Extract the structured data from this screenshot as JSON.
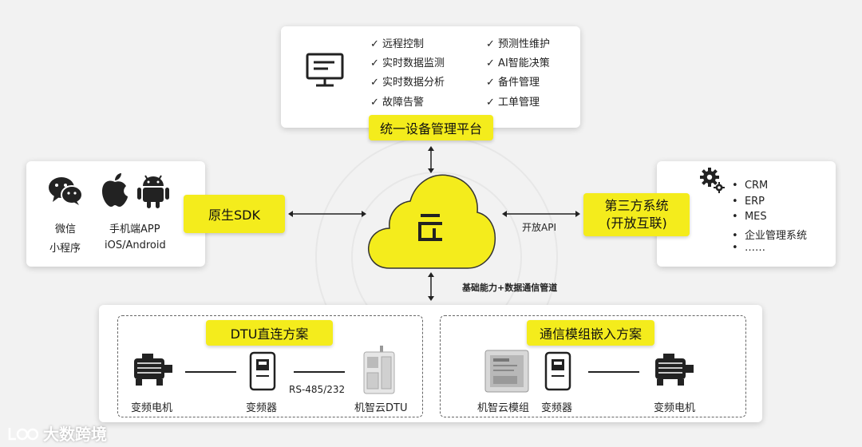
{
  "platform": {
    "title": "统一设备管理平台",
    "features_left": [
      "远程控制",
      "实时数据监测",
      "实时数据分析",
      "故障告警"
    ],
    "features_right": [
      "预测性维护",
      "AI智能决策",
      "备件管理",
      "工单管理"
    ],
    "check": "✓"
  },
  "left_card": {
    "wechat_line1": "微信",
    "wechat_line2": "小程序",
    "app_line1": "手机端APP",
    "app_line2": "iOS/Android"
  },
  "sdk_label": "原生SDK",
  "third_party": {
    "line1": "第三方系统",
    "line2": "(开放互联)",
    "api_label": "开放API",
    "systems": [
      "CRM",
      "ERP",
      "MES",
      "企业管理系统",
      "……"
    ],
    "bullet": "•"
  },
  "center_arrow_label": "基础能力+数据通信管道",
  "dtu_solution": {
    "title": "DTU直连方案",
    "motor": "变频电机",
    "inverter": "变频器",
    "protocol": "RS-485/232",
    "dtu": "机智云DTU"
  },
  "module_solution": {
    "title": "通信模组嵌入方案",
    "module": "机智云模组",
    "inverter": "变频器",
    "motor": "变频电机"
  },
  "watermark": "大数跨境",
  "colors": {
    "accent": "#f4ec1c",
    "card": "#ffffff",
    "background": "#f2f2f2"
  }
}
